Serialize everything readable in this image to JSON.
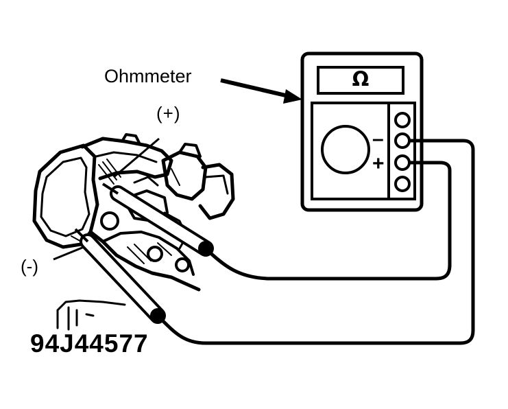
{
  "labels": {
    "ohmmeter": "Ohmmeter",
    "positive_probe": "(+)",
    "negative_probe": "(-)",
    "figure_id": "94J44577"
  },
  "meter": {
    "display_symbol": "Ω",
    "negative_terminal": "–",
    "positive_terminal": "+"
  },
  "colors": {
    "ink": "#000000",
    "paper": "#ffffff"
  },
  "icons": [
    "ohmmeter-icon",
    "sensor-assembly-icon",
    "test-probe-icon"
  ]
}
